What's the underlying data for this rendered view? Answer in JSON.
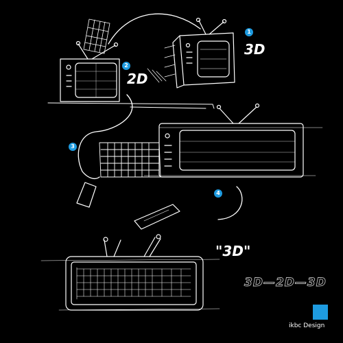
{
  "labels": {
    "tv_3d": "3D",
    "tv_2d": "2D",
    "keyboard_3d": "\"3D\"",
    "tagline": "3D—2D—3D",
    "brand": "ikbc Design"
  },
  "badges": [
    "1",
    "2",
    "3",
    "4"
  ],
  "colors": {
    "background": "#000000",
    "sketch": "#ffffff",
    "accent": "#1e9be0"
  },
  "icons": [
    "tv-3d-sketch",
    "tv-2d-sketch",
    "keyboard-sketch",
    "long-tv-sketch",
    "remote-sketch",
    "mini-keyboard-sketch",
    "keyboard-tv-sketch"
  ]
}
